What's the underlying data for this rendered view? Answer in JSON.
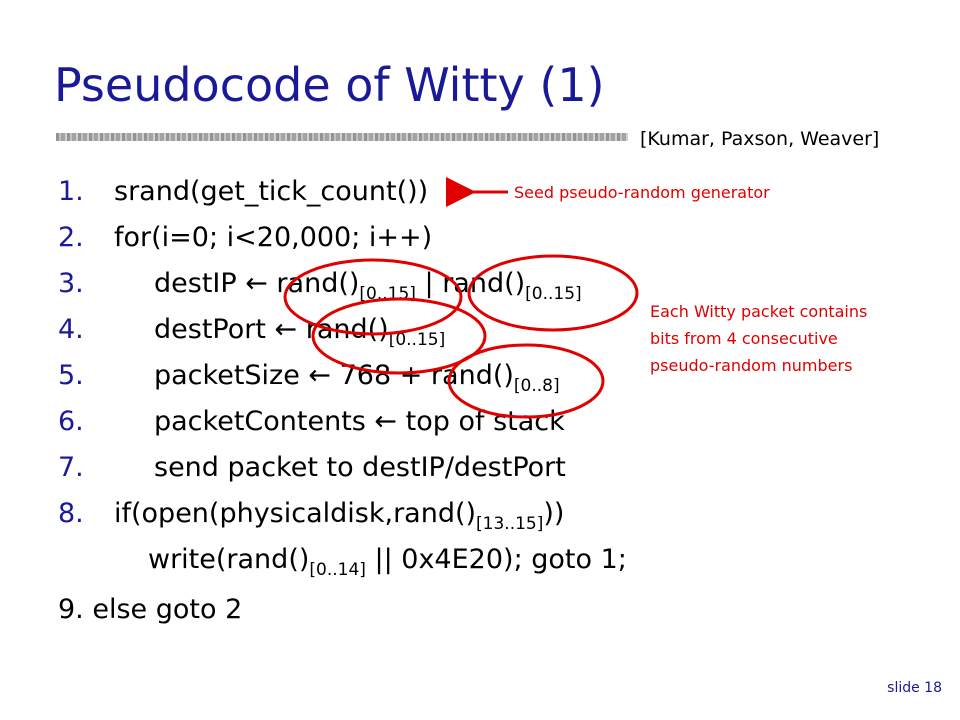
{
  "title": "Pseudocode of Witty (1)",
  "citation": "[Kumar, Paxson, Weaver]",
  "lines": [
    {
      "num": "1.",
      "text": "srand(get_tick_count())"
    },
    {
      "num": "2.",
      "text": "for(i=0; i<20,000; i++)"
    },
    {
      "num": "3.",
      "a": "destIP ← rand()",
      "s1": "[0..15]",
      "b": " | rand()",
      "s2": "[0..15]"
    },
    {
      "num": "4.",
      "a": "destPort ← rand()",
      "s1": "[0..15]"
    },
    {
      "num": "5.",
      "a": "packetSize ← 768 + rand()",
      "s1": "[0..8]"
    },
    {
      "num": "6.",
      "text": "packetContents ← top of stack"
    },
    {
      "num": "7.",
      "text": "send packet to destIP/destPort"
    },
    {
      "num": "8.",
      "a": "if(open(physicaldisk,rand()",
      "s1": "[13..15]",
      "b": "))"
    },
    {
      "a": "write(rand()",
      "s1": "[0..14]",
      "b": " || 0x4E20); goto 1;"
    },
    {
      "text": "9.  else goto 2"
    }
  ],
  "annotations": {
    "seed": "Seed pseudo-random generator",
    "packet_note": [
      "Each Witty packet contains",
      "bits from 4 consecutive",
      "pseudo-random numbers"
    ]
  },
  "slide_number": "slide 18",
  "colors": {
    "title": "#1a1a99",
    "annotation": "#e00000"
  }
}
